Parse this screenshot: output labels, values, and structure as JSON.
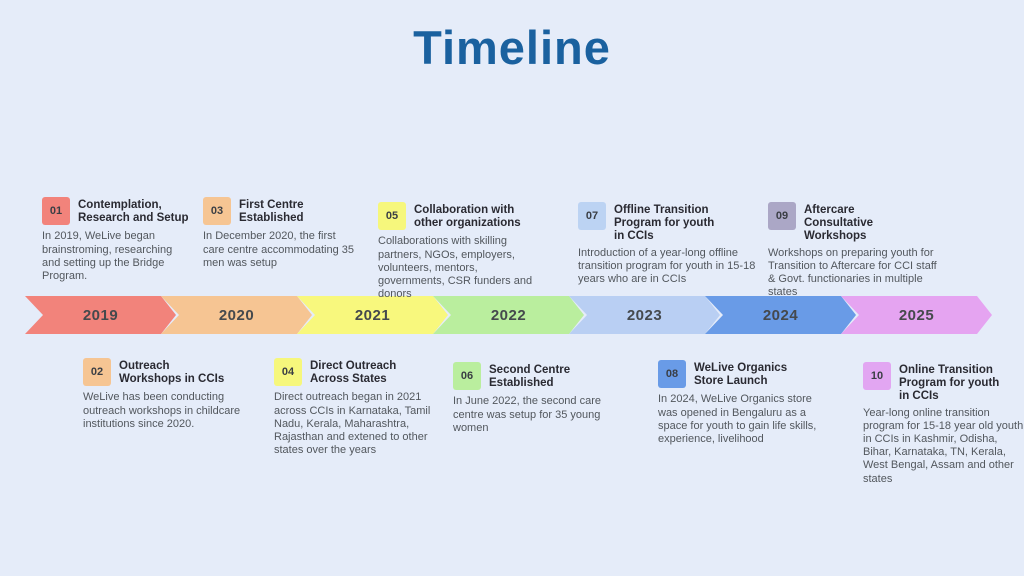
{
  "page": {
    "title": "Timeline",
    "title_color": "#1A619F",
    "background_color": "#E5ECF9"
  },
  "timeline": {
    "years": [
      {
        "label": "2019",
        "color": "#F2837B"
      },
      {
        "label": "2020",
        "color": "#F6C593"
      },
      {
        "label": "2021",
        "color": "#F8F87D"
      },
      {
        "label": "2022",
        "color": "#BAEE9E"
      },
      {
        "label": "2023",
        "color": "#B9CFF3"
      },
      {
        "label": "2024",
        "color": "#699BE7"
      },
      {
        "label": "2025",
        "color": "#E5A4F1"
      }
    ]
  },
  "events": [
    {
      "number": "01",
      "title": "Contemplation,\nResearch and Setup",
      "description": "In 2019, WeLive began brainstroming, researching and setting up the Bridge Program.",
      "color": "#F2837B"
    },
    {
      "number": "02",
      "title": "Outreach\nWorkshops in CCIs",
      "description": "WeLive has been conducting outreach workshops in childcare institutions since 2020.",
      "color": "#F6C593"
    },
    {
      "number": "03",
      "title": "First Centre\nEstablished",
      "description": "In December 2020, the first care centre accommodating 35 men was setup",
      "color": "#F6C593"
    },
    {
      "number": "04",
      "title": "Direct Outreach\nAcross States",
      "description": "Direct outreach began in 2021 across CCIs in Karnataka, Tamil Nadu, Kerala, Maharashtra, Rajasthan and extened to other states over the years",
      "color": "#F6F77C"
    },
    {
      "number": "05",
      "title": "Collaboration with\nother organizations",
      "description": "Collaborations with skilling partners, NGOs, employers, volunteers, mentors, governments, CSR funders and donors",
      "color": "#F6F77C"
    },
    {
      "number": "06",
      "title": "Second Centre\nEstablished",
      "description": "In June 2022, the second care centre was setup for 35 young women",
      "color": "#BAEE9E"
    },
    {
      "number": "07",
      "title": "Offline Transition\nProgram for youth\nin CCIs",
      "description": "Introduction of a year-long offline transition program for youth in 15-18 years who are in CCIs",
      "color": "#BCD3F3"
    },
    {
      "number": "08",
      "title": "WeLive Organics\nStore Launch",
      "description": "In 2024, WeLive Organics store was opened in Bengaluru as a space for youth to gain life skills, experience, livelihood",
      "color": "#699BE7"
    },
    {
      "number": "09",
      "title": "Aftercare\nConsultative\nWorkshops",
      "description": "Workshops on preparing youth for Transition to Aftercare for CCI staff & Govt. functionaries in multiple states",
      "color": "#ABA7C6"
    },
    {
      "number": "10",
      "title": "Online Transition\nProgram for youth\nin CCIs",
      "description": "Year-long online transition program for 15-18 year old youth in CCIs in Kashmir, Odisha, Bihar, Karnataka, TN, Kerala, West Bengal, Assam and other states",
      "color": "#E2A6F2"
    }
  ]
}
